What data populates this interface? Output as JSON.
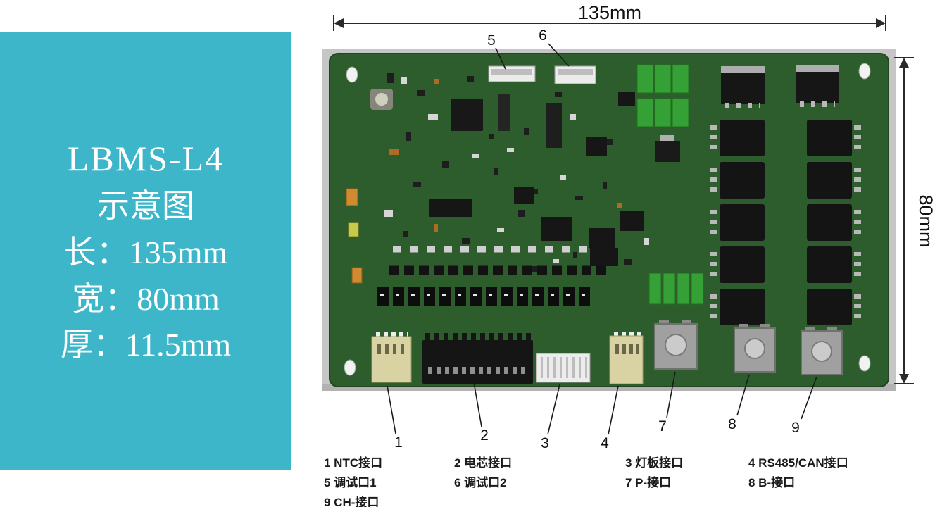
{
  "info_panel": {
    "bg_color": "#3eb6c9",
    "lines": [
      "LBMS-L4",
      "示意图",
      "长：135mm",
      "宽：80mm",
      "厚：11.5mm"
    ]
  },
  "board": {
    "pcb_color": "#2d5c2d",
    "component_green": "#35a035",
    "dimension_width": "135mm",
    "dimension_height": "80mm"
  },
  "callouts": [
    "1",
    "2",
    "3",
    "4",
    "5",
    "6",
    "7",
    "8",
    "9"
  ],
  "legend": {
    "items": [
      "1 NTC接口",
      "2 电芯接口",
      "3 灯板接口",
      "4 RS485/CAN接口",
      "5 调试口1",
      "6 调试口2",
      "7 P-接口",
      "8 B-接口",
      "9 CH-接口"
    ]
  }
}
